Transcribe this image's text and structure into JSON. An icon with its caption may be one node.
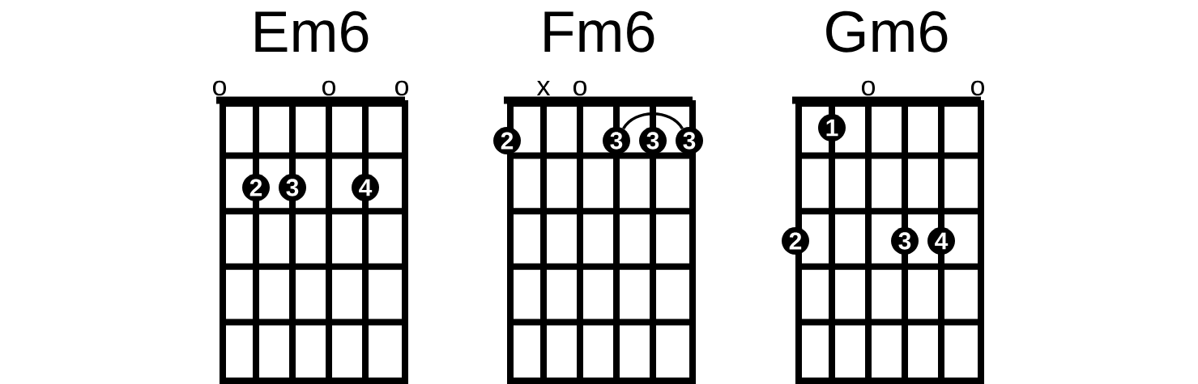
{
  "diagram": {
    "nodes": [
      {
        "text": [
          "Em6"
        ]
      },
      {
        "text": [
          "2"
        ],
        "in": 0
      },
      {
        "text": [
          "3"
        ],
        "in": 0
      },
      {
        "text": [
          "4"
        ],
        "in": 0
      },
      {
        "text": [
          "Fm6"
        ]
      },
      {
        "text": [
          "2"
        ]
      },
      {
        "text": [
          "3"
        ],
        "in": 4
      },
      {
        "text": [
          "3"
        ],
        "in": 4
      },
      {
        "text": [
          "3"
        ]
      },
      {
        "text": [
          "Gm6"
        ]
      },
      {
        "text": [
          "1"
        ],
        "in": 9
      },
      {
        "text": [
          "2"
        ]
      },
      {
        "text": [
          "3"
        ],
        "in": 9
      },
      {
        "text": [
          "4"
        ],
        "in": 9
      }
    ],
    "edges": [
      {
        "from": 6,
        "to": 8,
        "arrow": "none"
      }
    ],
    "labels": [
      "o",
      "o",
      "o",
      "x",
      "o",
      "o",
      "o"
    ]
  }
}
